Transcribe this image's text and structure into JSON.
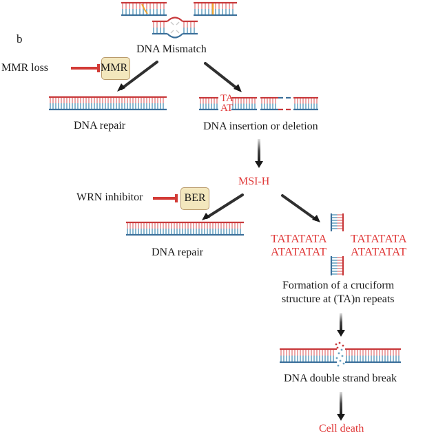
{
  "panel_label": "b",
  "colors": {
    "strand_top": "#c8393b",
    "strand_bottom": "#3b6f9a",
    "rung_top": "#e78f91",
    "rung_bottom": "#6aa3c2",
    "mismatch_base": "#f0a22e",
    "highlight_text": "#e03a3a",
    "box_fill": "#f3e7bd",
    "inhibit_bar": "#d33b36",
    "arrow": "#1a1a1a"
  },
  "nodes": {
    "dna_mismatch": "DNA Mismatch",
    "mmr_loss": "MMR loss",
    "mmr_box": "MMR",
    "dna_repair_1": "DNA repair",
    "dna_indel": "DNA insertion or deletion",
    "indel_insert_top": "TA",
    "indel_insert_bottom": "AT",
    "msi_h": "MSI-H",
    "wrn_inhibitor": "WRN inhibitor",
    "ber_box": "BER",
    "dna_repair_2": "DNA repair",
    "cruciform_seq": {
      "top_left": "TATATATA",
      "top_right": "TATATATA",
      "bottom_left": "ATATATAT",
      "bottom_right": "ATATATAT"
    },
    "cruciform_line1": "Formation of a cruciform",
    "cruciform_line2": "structure at (TA)n repeats",
    "dsb": "DNA double strand break",
    "cell_death": "Cell death"
  },
  "icons": {
    "mismatch_dna": "dna-mismatch-icon",
    "repaired_dna": "dna-duplex-icon",
    "indel_dna": "dna-indel-icon",
    "cruciform_dna": "dna-cruciform-icon",
    "broken_dna": "dna-break-icon",
    "inhibition": "inhibition-bar-icon",
    "arrow": "arrow-icon"
  }
}
